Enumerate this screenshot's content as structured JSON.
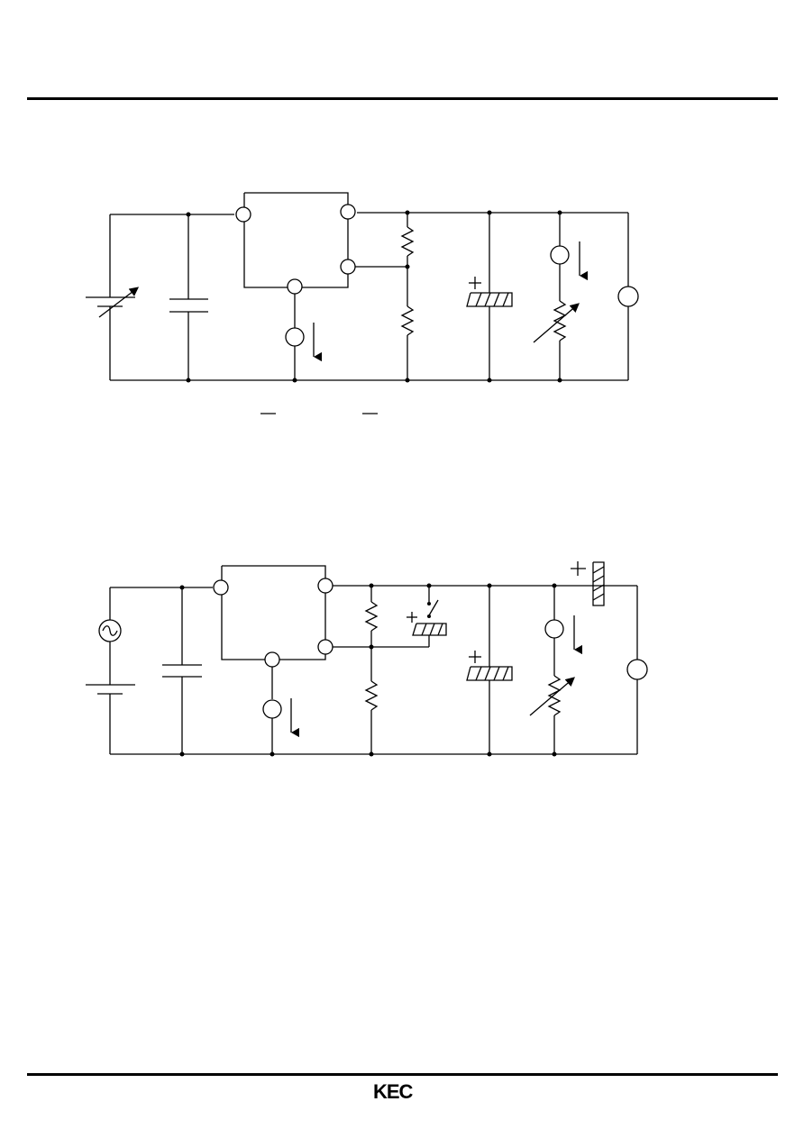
{
  "brand": {
    "logo_text": "KEC"
  },
  "colors": {
    "ink": "#000000",
    "background": "#ffffff"
  },
  "figures": [
    {
      "id": "test-circuit-1"
    },
    {
      "id": "test-circuit-2"
    }
  ]
}
